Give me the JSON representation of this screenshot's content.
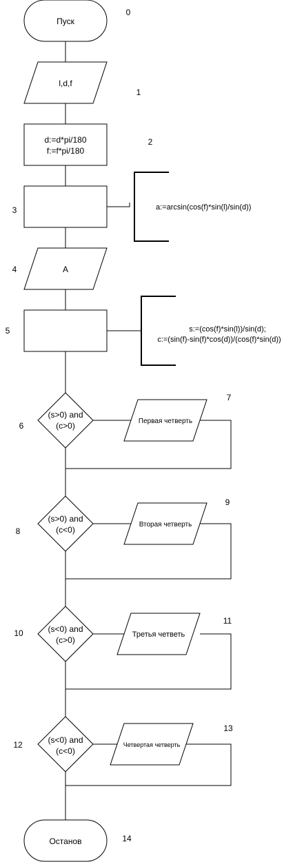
{
  "flowchart": {
    "start_label": "Пуск",
    "input_label": "l,d,f",
    "convert_line1": "d:=d*pi/180",
    "convert_line2": "f:=f*pi/180",
    "note_a": "a:=arcsin(cos(f)*sin(l)/sin(d))",
    "output_a_label": "A",
    "note_sc_line1": "s:=(cos(f)*sin(l))/sin(d);",
    "note_sc_line2": "c:=(sin(f)-sin(f)*cos(d))/(cos(f)*sin(d))",
    "cond6_line1": "(s>0) and",
    "cond6_line2": "(c>0)",
    "out7_label": "Первая четверть",
    "cond8_line1": "(s>0) and",
    "cond8_line2": "(c<0)",
    "out9_label": "Вторая четверть",
    "cond10_line1": "(s<0) and",
    "cond10_line2": "(c>0)",
    "out11_label": "Третья четветь",
    "cond12_line1": "(s<0) and",
    "cond12_line2": "(c<0)",
    "out13_label": "Четвертая четверть",
    "end_label": "Останов"
  },
  "numbers": {
    "n0": "0",
    "n1": "1",
    "n2": "2",
    "n3": "3",
    "n4": "4",
    "n5": "5",
    "n6": "6",
    "n7": "7",
    "n8": "8",
    "n9": "9",
    "n10": "10",
    "n11": "11",
    "n12": "12",
    "n13": "13",
    "n14": "14"
  }
}
